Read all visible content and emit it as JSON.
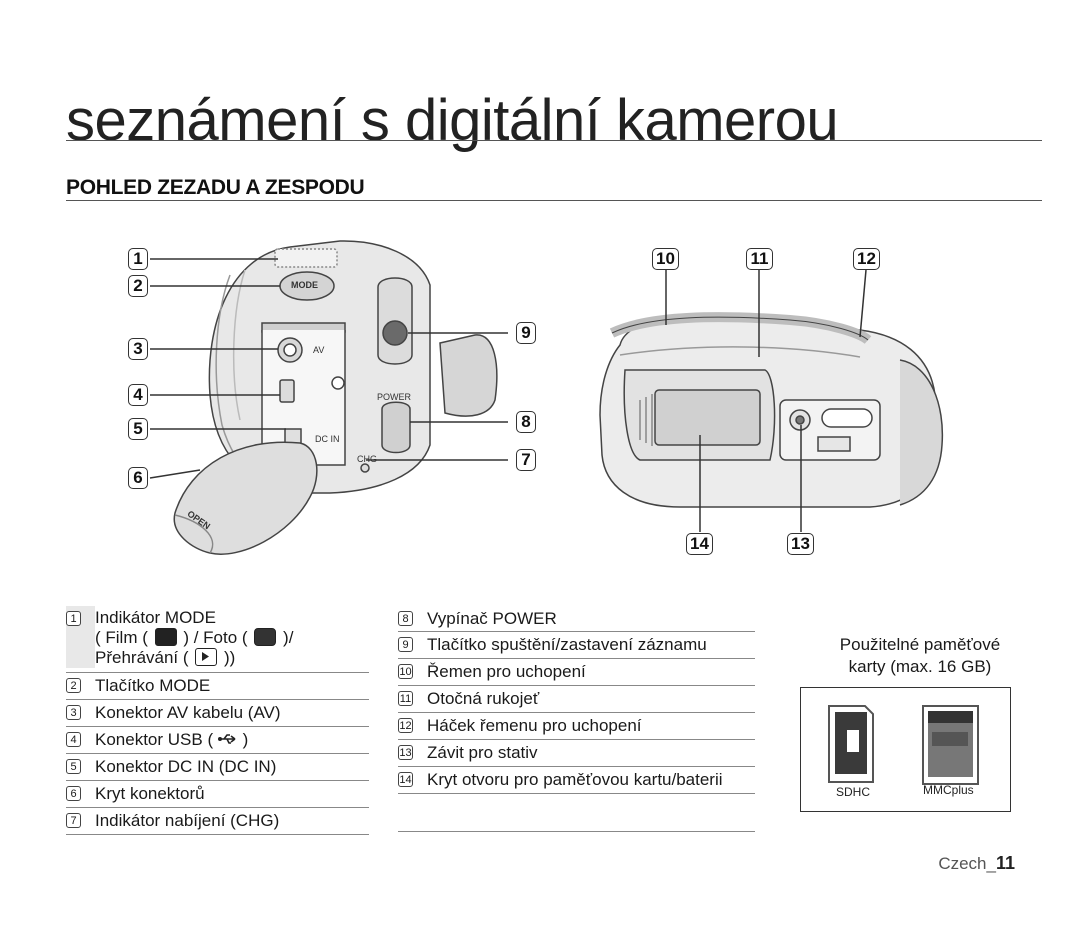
{
  "page": {
    "title": "seznámení s digitální kamerou",
    "section_heading": "POHLED ZEZADU A ZESPODU",
    "footer_language": "Czech",
    "footer_separator": "_",
    "footer_page": "11"
  },
  "figure": {
    "callouts": [
      "1",
      "2",
      "3",
      "4",
      "5",
      "6",
      "7",
      "8",
      "9",
      "10",
      "11",
      "12",
      "13",
      "14"
    ],
    "labels": {
      "mode": "MODE",
      "av": "AV",
      "power": "POWER",
      "dc_in": "DC IN",
      "chg": "CHG",
      "open": "OPEN"
    }
  },
  "legend_left": [
    {
      "num": "1",
      "lines": [
        "Indikátor MODE"
      ],
      "sub": {
        "film": "( Film (",
        "foto": ") / Foto (",
        "after_foto": ")/",
        "prehravani": "Přehrávání (",
        "close": "))"
      }
    },
    {
      "num": "2",
      "text": "Tlačítko MODE"
    },
    {
      "num": "3",
      "text": "Konektor AV kabelu (AV)"
    },
    {
      "num": "4",
      "text": "Konektor USB (",
      "after_icon": ")"
    },
    {
      "num": "5",
      "text": "Konektor DC IN (DC IN)"
    },
    {
      "num": "6",
      "text": "Kryt konektorů"
    },
    {
      "num": "7",
      "text": "Indikátor nabíjení (CHG)"
    }
  ],
  "legend_right": [
    {
      "num": "8",
      "text": "Vypínač POWER"
    },
    {
      "num": "9",
      "text": "Tlačítko spuštění/zastavení záznamu"
    },
    {
      "num": "10",
      "text": "Řemen pro uchopení"
    },
    {
      "num": "11",
      "text": "Otočná rukojeť"
    },
    {
      "num": "12",
      "text": "Háček řemenu pro uchopení"
    },
    {
      "num": "13",
      "text": "Závit pro stativ"
    },
    {
      "num": "14",
      "text": "Kryt otvoru pro paměťovou kartu/baterii"
    }
  ],
  "cards": {
    "caption_line1": "Použitelné paměťové",
    "caption_line2": "karty (max. 16 GB)",
    "sdhc_label": "SDHC",
    "mmc_label": "MMCplus"
  },
  "colors": {
    "text": "#1a1a1a",
    "rule": "#555555",
    "device_gray": "#cfcfcf",
    "device_dark": "#8a8a8a"
  }
}
